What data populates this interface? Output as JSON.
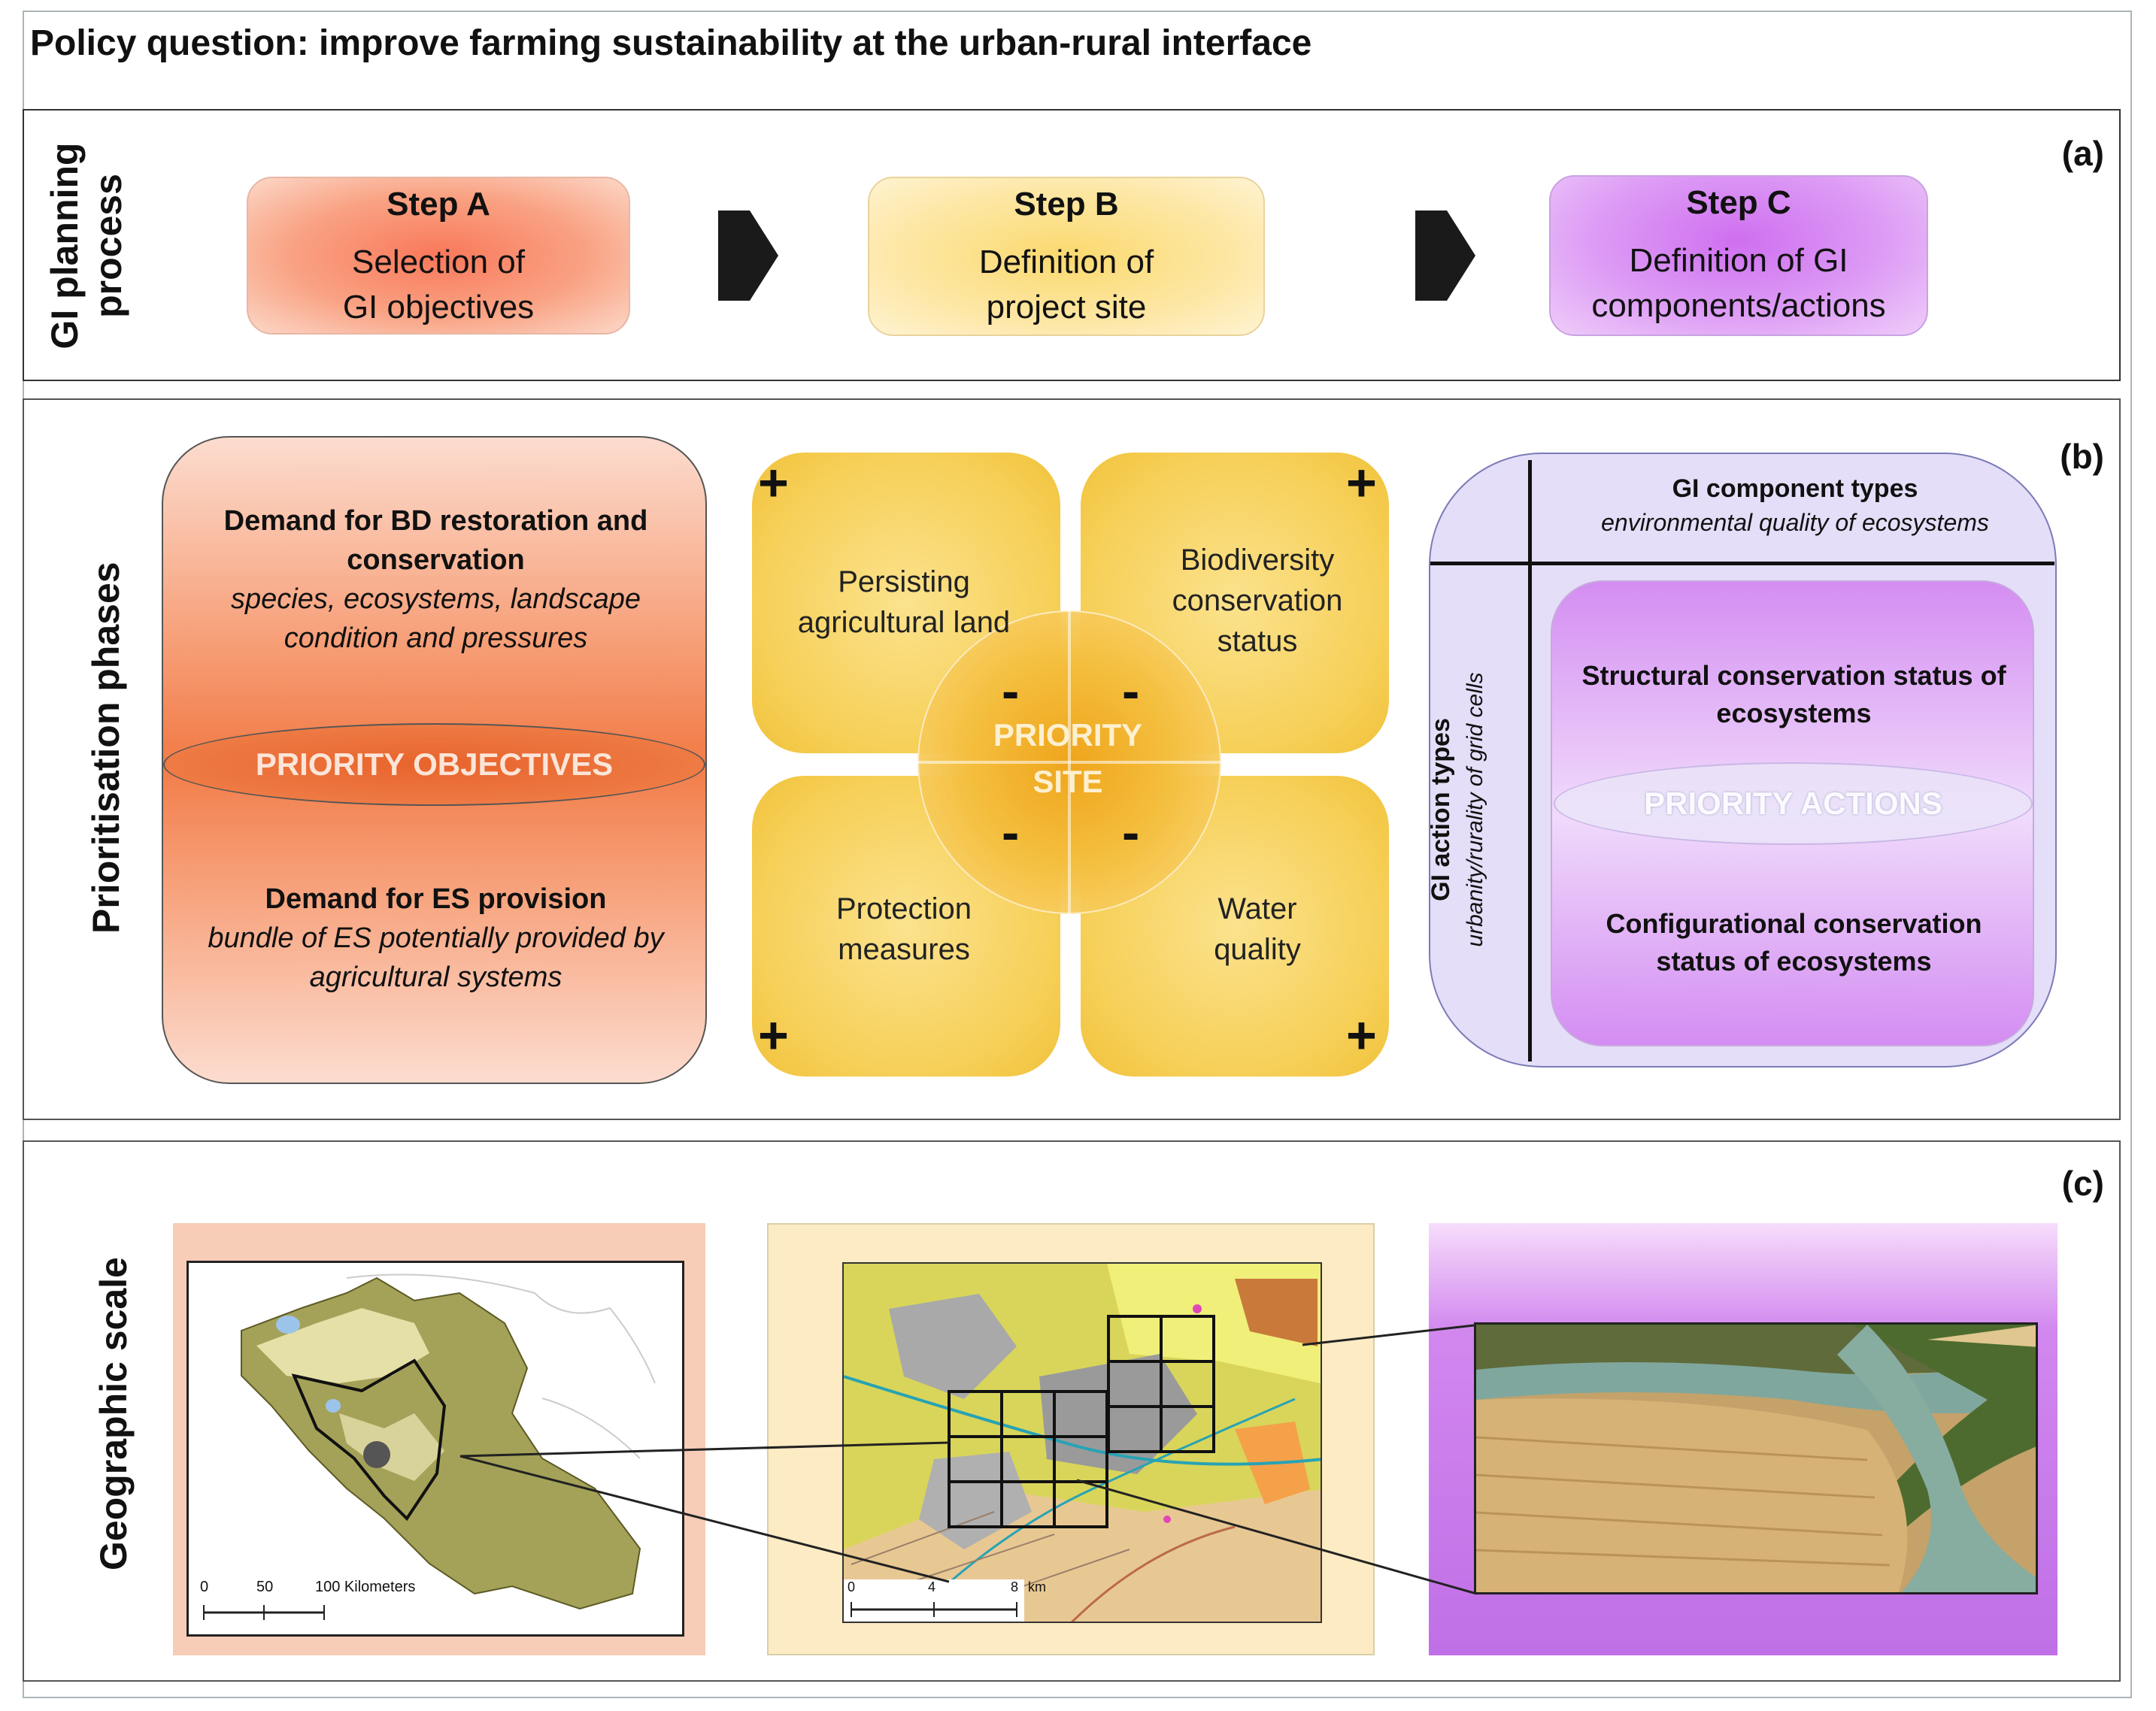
{
  "policy_question": "Policy question: improve farming sustainability at the urban-rural interface",
  "panel_a": {
    "label": "(a)",
    "row_label_line1": "GI planning",
    "row_label_line2": "process",
    "steps": [
      {
        "title": "Step A",
        "line1": "Selection of",
        "line2": "GI objectives",
        "color": "#f7a07a"
      },
      {
        "title": "Step B",
        "line1": "Definition of",
        "line2": "project site",
        "color": "#fbe08a"
      },
      {
        "title": "Step C",
        "line1": "Definition of GI",
        "line2": "components/actions",
        "color": "#d99af0"
      }
    ]
  },
  "panel_b": {
    "label": "(b)",
    "row_label": "Prioritisation phases",
    "objectives": {
      "top_title_line1": "Demand for BD restoration and",
      "top_title_line2": "conservation",
      "top_sub_line1": "species, ecosystems, landscape",
      "top_sub_line2": "condition and pressures",
      "center": "PRIORITY OBJECTIVES",
      "bottom_title": "Demand for ES provision",
      "bottom_sub_line1": "bundle of ES potentially provided by",
      "bottom_sub_line2": "agricultural systems"
    },
    "site": {
      "q1_line1": "Persisting",
      "q1_line2": "agricultural land",
      "q2_line1": "Biodiversity",
      "q2_line2": "conservation",
      "q2_line3": "status",
      "q3_line1": "Protection",
      "q3_line2": "measures",
      "q4_line1": "Water",
      "q4_line2": "quality",
      "center_line1": "PRIORITY",
      "center_line2": "SITE",
      "plus": "+",
      "minus": "-"
    },
    "actions": {
      "col_header_title": "GI component types",
      "col_header_sub": "environmental quality of ecosystems",
      "row_header_title": "GI action types",
      "row_header_sub": "urbanity/rurality of grid cells",
      "top_line1": "Structural conservation status of",
      "top_line2": "ecosystems",
      "center": "PRIORITY ACTIONS",
      "bottom_line1": "Configurational conservation",
      "bottom_line2": "status of ecosystems"
    }
  },
  "panel_c": {
    "label": "(c)",
    "row_label": "Geographic scale",
    "map1_scale": [
      "0",
      "50",
      "100 Kilometers"
    ],
    "map2_scale": [
      "0",
      "4",
      "8",
      "km"
    ]
  }
}
